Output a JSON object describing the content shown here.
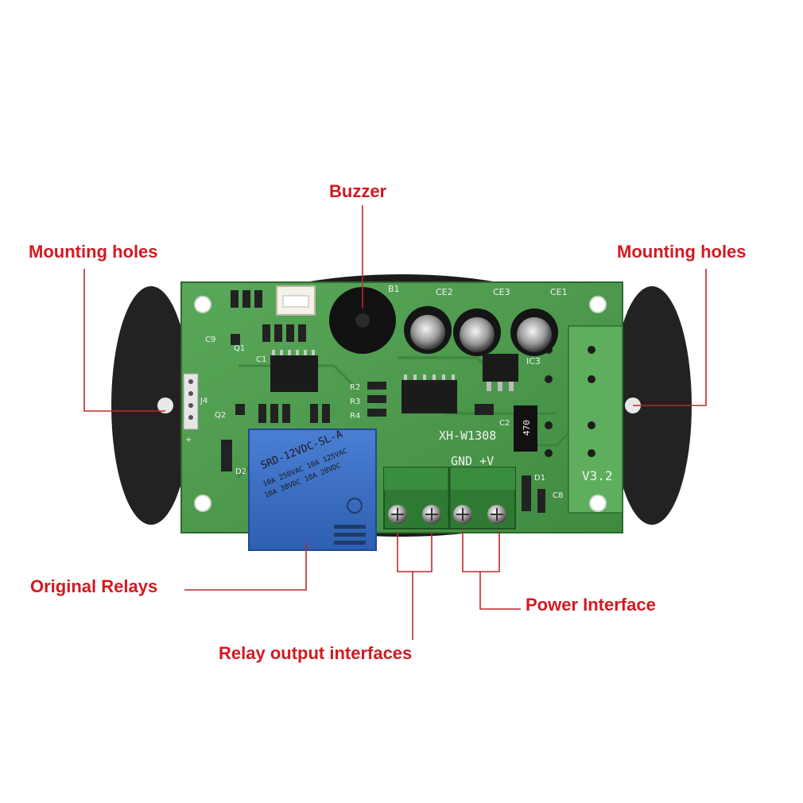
{
  "colors": {
    "callout_text": "#d31920",
    "leader_line": "#c0282d",
    "pcb": "#4c9a4c",
    "pcb_dark": "#2f6b30",
    "relay": "#3b6fc4",
    "terminal": "#2f7a33",
    "mount_bracket": "#1b1b1b"
  },
  "labels": {
    "buzzer": "Buzzer",
    "mounting_holes_left": "Mounting holes",
    "mounting_holes_right": "Mounting holes",
    "original_relays": "Original Relays",
    "relay_output_interfaces": "Relay output interfaces",
    "power_interface": "Power Interface"
  },
  "board": {
    "model": "XH-W1308",
    "version": "V3.2",
    "terminal_label": "GND +V",
    "relay_model": "SRD-12VDC-SL-A",
    "relay_rating_1": "10A 250VAC 10A 125VAC",
    "relay_rating_2": "10A 30VDC 10A 28VDC",
    "resistor_code": "470",
    "silkscreen": {
      "b1": "B1",
      "ce1": "CE1",
      "ce2": "CE2",
      "ce3": "CE3",
      "ic3": "IC3",
      "c1": "C1",
      "c2": "C2",
      "c8": "C8",
      "c9": "C9",
      "q1": "Q1",
      "q2": "Q2",
      "r2": "R2",
      "r3": "R3",
      "r4": "R4",
      "j4": "J4",
      "d1": "D1",
      "d2": "D2",
      "plus": "+"
    }
  }
}
